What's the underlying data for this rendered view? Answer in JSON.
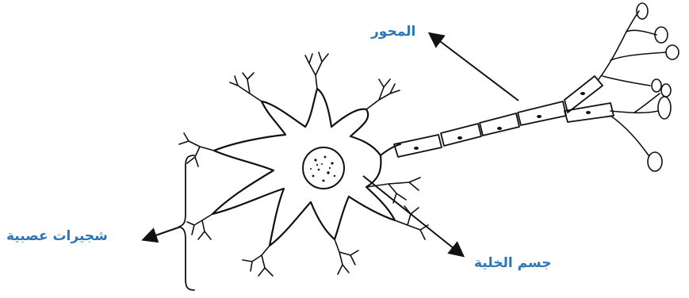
{
  "labels": {
    "axon": "المحور",
    "dendrites": "شجيرات عصبية",
    "cell_body": "جسم الخلية"
  },
  "colors": {
    "label": "#2e75b6",
    "lines": "#111111"
  }
}
